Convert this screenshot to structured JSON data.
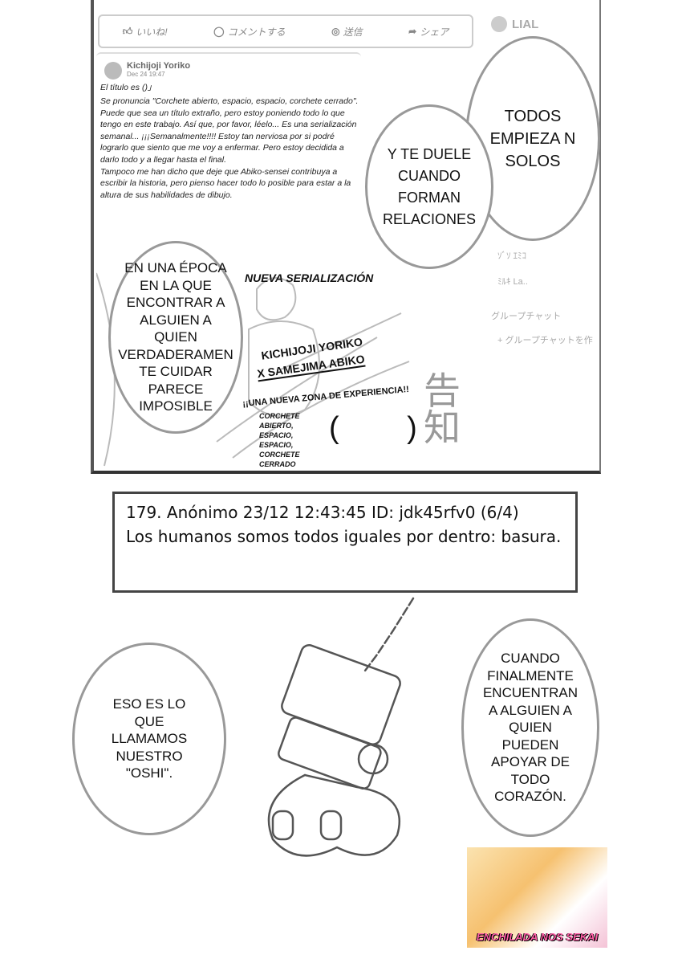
{
  "screen": {
    "action_bar": [
      {
        "icon": "thumbs-up-icon",
        "label": "いいね!"
      },
      {
        "icon": "comment-icon",
        "label": "コメントする"
      },
      {
        "icon": "send-icon",
        "label": "送信"
      },
      {
        "icon": "share-icon",
        "label": "シェア"
      }
    ],
    "sidebar": {
      "header": "LIAL",
      "contacts": [
        "ｿﾞｿ ｴﾐｺ",
        "ﾐﾙｷ La.."
      ],
      "group_chat": "グループチャット",
      "create_group": "+ グループチャットを作"
    },
    "post": {
      "author": "Kichijoji Yoriko",
      "date": "Dec 24 19:47",
      "title": "El título es ()」",
      "body": "Se pronuncia \"Corchete abierto, espacio, espacio, corchete cerrado\". Puede que sea un título extraño, pero estoy poniendo todo lo que tengo en este trabajo. Así que, por favor, léelo... Es una serialización semanal... ¡¡¡Semanalmente!!!! Estoy tan nerviosa por si podré lograrlo que siento que me voy a enfermar. Pero estoy decidida a darlo todo y a llegar hasta el final.\nTampoco me han dicho que deje que Abiko-sensei contribuya a escribir la historia, pero pienso hacer todo lo posible para estar a la altura de sus habilidades de dibujo."
    },
    "poster": {
      "heading": "NUEVA SERIALIZACIÓN",
      "authors_line1": "KICHIJOJI YORIKO",
      "authors_line2": "X SAMEJIMA ABIKO",
      "tagline": "¡¡UNA NUEVA ZONA DE EXPERIENCIA!!",
      "title_symbol": "(        )",
      "title_note": "CORCHETE ABIERTO, ESPACIO, ESPACIO, CORCHETE CERRADO",
      "kanji": "告知"
    }
  },
  "bubbles": {
    "todos": "TODOS EMPIEZA N SOLOS",
    "duele": "Y TE DUELE CUANDO FORMAN RELACIONES",
    "epoca": "EN UNA ÉPOCA EN LA QUE ENCONTRAR A ALGUIEN A QUIEN VERDADERAMEN TE CUIDAR PARECE IMPOSIBLE",
    "oshi": "ESO ES LO QUE LLAMAMOS NUESTRO \"OSHI\".",
    "cuando": "CUANDO FINALMENTE ENCUENTRAN A ALGUIEN A QUIEN PUEDEN APOYAR DE TODO CORAZÓN."
  },
  "caption": {
    "line1": "179. Anónimo 23/12 12:43:45 ID: jdk45rfv0 (6/4)",
    "line2": "Los humanos somos todos iguales por dentro: basura."
  },
  "watermark": "ENCHILADA NOS SEKAI"
}
